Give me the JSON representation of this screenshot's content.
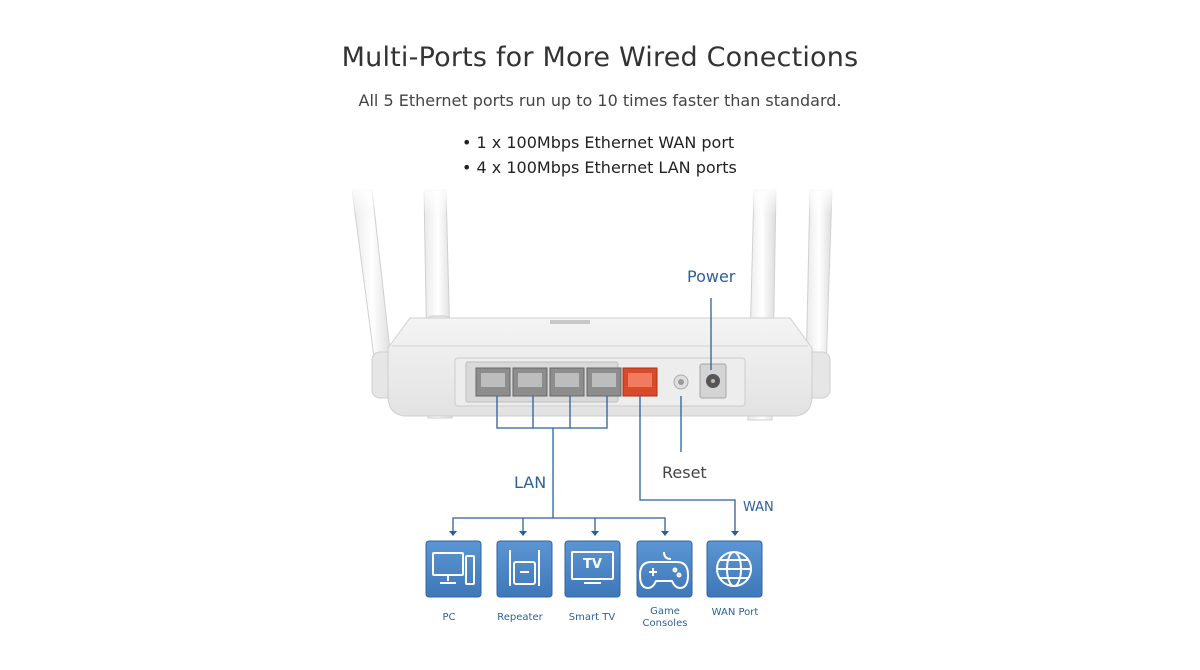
{
  "header": {
    "title": "Multi-Ports for More Wired Conections",
    "subtitle": "All 5 Ethernet ports run up to 10 times faster than standard.",
    "bullets": [
      "• 1  x 100Mbps Ethernet WAN port",
      "• 4 x 100Mbps Ethernet LAN ports"
    ]
  },
  "labels": {
    "power": "Power",
    "reset": "Reset",
    "lan": "LAN",
    "wan": "WAN"
  },
  "devices": [
    {
      "label": "PC",
      "icon": "pc-icon"
    },
    {
      "label": "Repeater",
      "icon": "repeater-icon"
    },
    {
      "label": "Smart TV",
      "icon": "smart-tv-icon",
      "screen_text": "TV"
    },
    {
      "label": "Game Consoles",
      "icon": "gamepad-icon"
    },
    {
      "label": "WAN Port",
      "icon": "globe-icon"
    }
  ],
  "colors": {
    "line_blue": "#2d5f9a",
    "tile_blue": "#4a86c8",
    "wan_port_red": "#d94a2a"
  }
}
